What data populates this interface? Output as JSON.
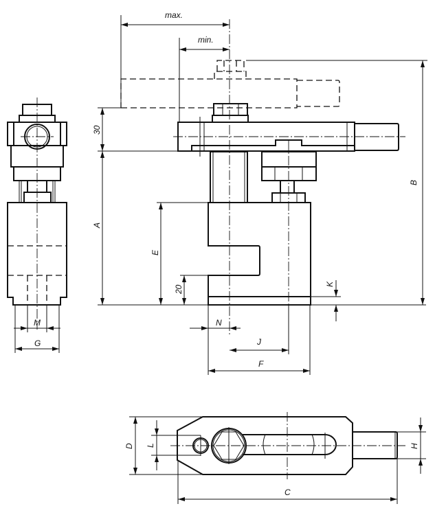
{
  "drawing": {
    "labels": {
      "max": "max.",
      "min": "min.",
      "dim_30": "30",
      "dim_20": "20",
      "A": "A",
      "B": "B",
      "C": "C",
      "D": "D",
      "E": "E",
      "F": "F",
      "G": "G",
      "H": "H",
      "J": "J",
      "K": "K",
      "L": "L",
      "M": "M",
      "N": "N"
    }
  }
}
